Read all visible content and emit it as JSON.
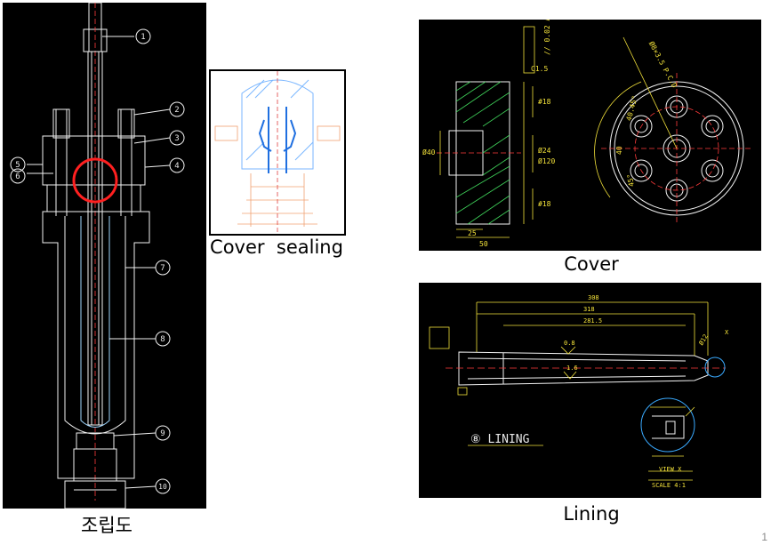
{
  "captions": {
    "assembly": "조립도",
    "cover_sealing": "Cover  sealing",
    "cover": "Cover",
    "lining": "Lining"
  },
  "page_number": "1",
  "assembly_callouts": [
    "1",
    "2",
    "3",
    "4",
    "5",
    "6",
    "7",
    "8",
    "9",
    "10"
  ],
  "cover_drawing": {
    "flatness": "// 0.02 A",
    "chamfer": "C1.5",
    "dims_side": [
      "25",
      "50",
      "#18",
      "Ø24",
      "Ø120",
      "#18",
      "Ø40"
    ],
    "dims_circle": [
      "40",
      "40.45°",
      "45°"
    ],
    "hole_note": "Ø8×3.5 P.C.D"
  },
  "lining_drawing": {
    "dims": [
      "308",
      "318",
      "281.5",
      "0.8",
      "1.6",
      "Ø12"
    ],
    "label": "⑧ LINING",
    "view": "VIEW X",
    "scale": "SCALE 4:1",
    "detail_mark": "X"
  }
}
